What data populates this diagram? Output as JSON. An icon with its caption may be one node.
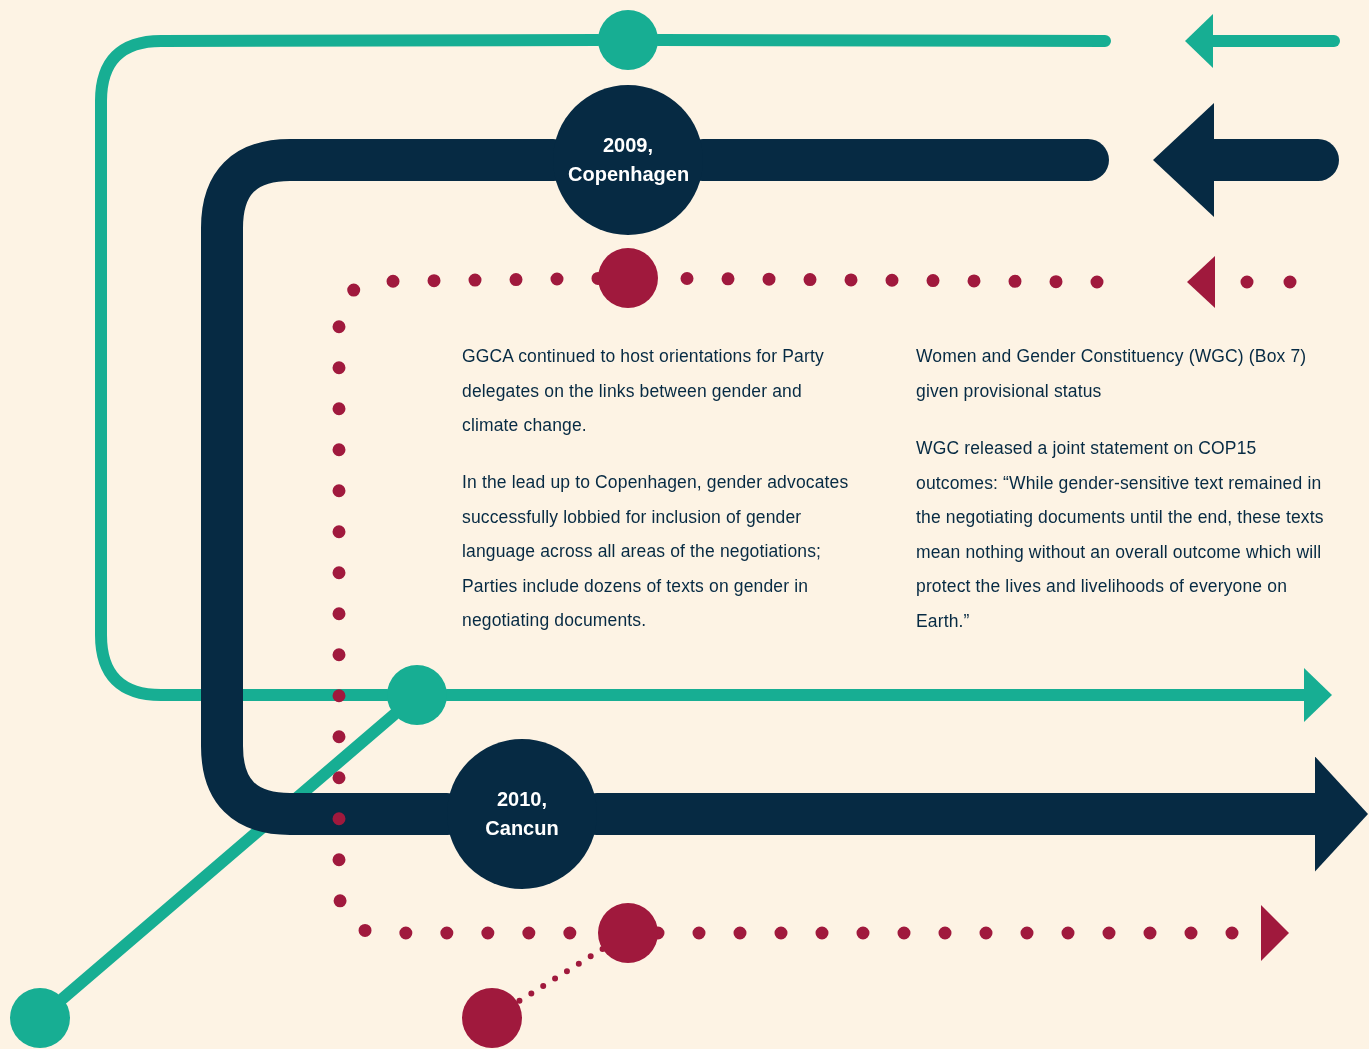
{
  "diagram": {
    "nodes": [
      {
        "text": [],
        "shape": "circle"
      },
      {
        "text": [
          "2009, Copenhagen"
        ]
      },
      {
        "text": [],
        "shape": "circle"
      },
      {
        "text": [],
        "shape": "circle"
      },
      {
        "text": [
          "2010, Cancun"
        ]
      },
      {
        "text": [],
        "shape": "circle"
      },
      {
        "text": [],
        "shape": "circle"
      },
      {
        "text": [],
        "shape": "circle"
      }
    ],
    "edges": [
      {
        "from": null,
        "to": 0,
        "arrow": "none",
        "color": "#17ae93"
      },
      {
        "from": 0,
        "to": 3,
        "arrow": "none",
        "color": "#17ae93"
      },
      {
        "from": 3,
        "to": null,
        "arrow": "to",
        "color": "#17ae93"
      },
      {
        "from": 3,
        "to": 6,
        "arrow": "none",
        "color": "#17ae93"
      },
      {
        "from": null,
        "to": 1,
        "arrow": "none",
        "style": "thick",
        "color": "#062a43"
      },
      {
        "from": 1,
        "to": 4,
        "arrow": "none",
        "style": "thick",
        "color": "#062a43"
      },
      {
        "from": 4,
        "to": null,
        "arrow": "to",
        "style": "thick",
        "color": "#062a43"
      },
      {
        "from": null,
        "to": 2,
        "arrow": "none",
        "style": "dashed",
        "color": "#a0193d"
      },
      {
        "from": 2,
        "to": 5,
        "arrow": "none",
        "style": "dashed",
        "color": "#a0193d"
      },
      {
        "from": 5,
        "to": null,
        "arrow": "to",
        "style": "dashed",
        "color": "#a0193d"
      },
      {
        "from": 5,
        "to": 7,
        "arrow": "none",
        "style": "dashed",
        "color": "#a0193d"
      }
    ],
    "labels": [
      "GGCA continued to host orientations for Party delegates on the links between gender and climate change.",
      "In the lead up to Copenhagen, gender advocates successfully lobbied for inclusion of gender language across all areas of the negotiations; Parties include dozens of texts on gender in negotiating documents.",
      "Women and Gender Constituency (WGC) (Box 7) given provisional status",
      "WGC released a joint statement on COP15 outcomes: “While gender-sensitive text remained in the negotiating documents until the end, these texts mean nothing without an overall outcome which will protect the lives and livelihoods of everyone on Earth.”"
    ]
  }
}
